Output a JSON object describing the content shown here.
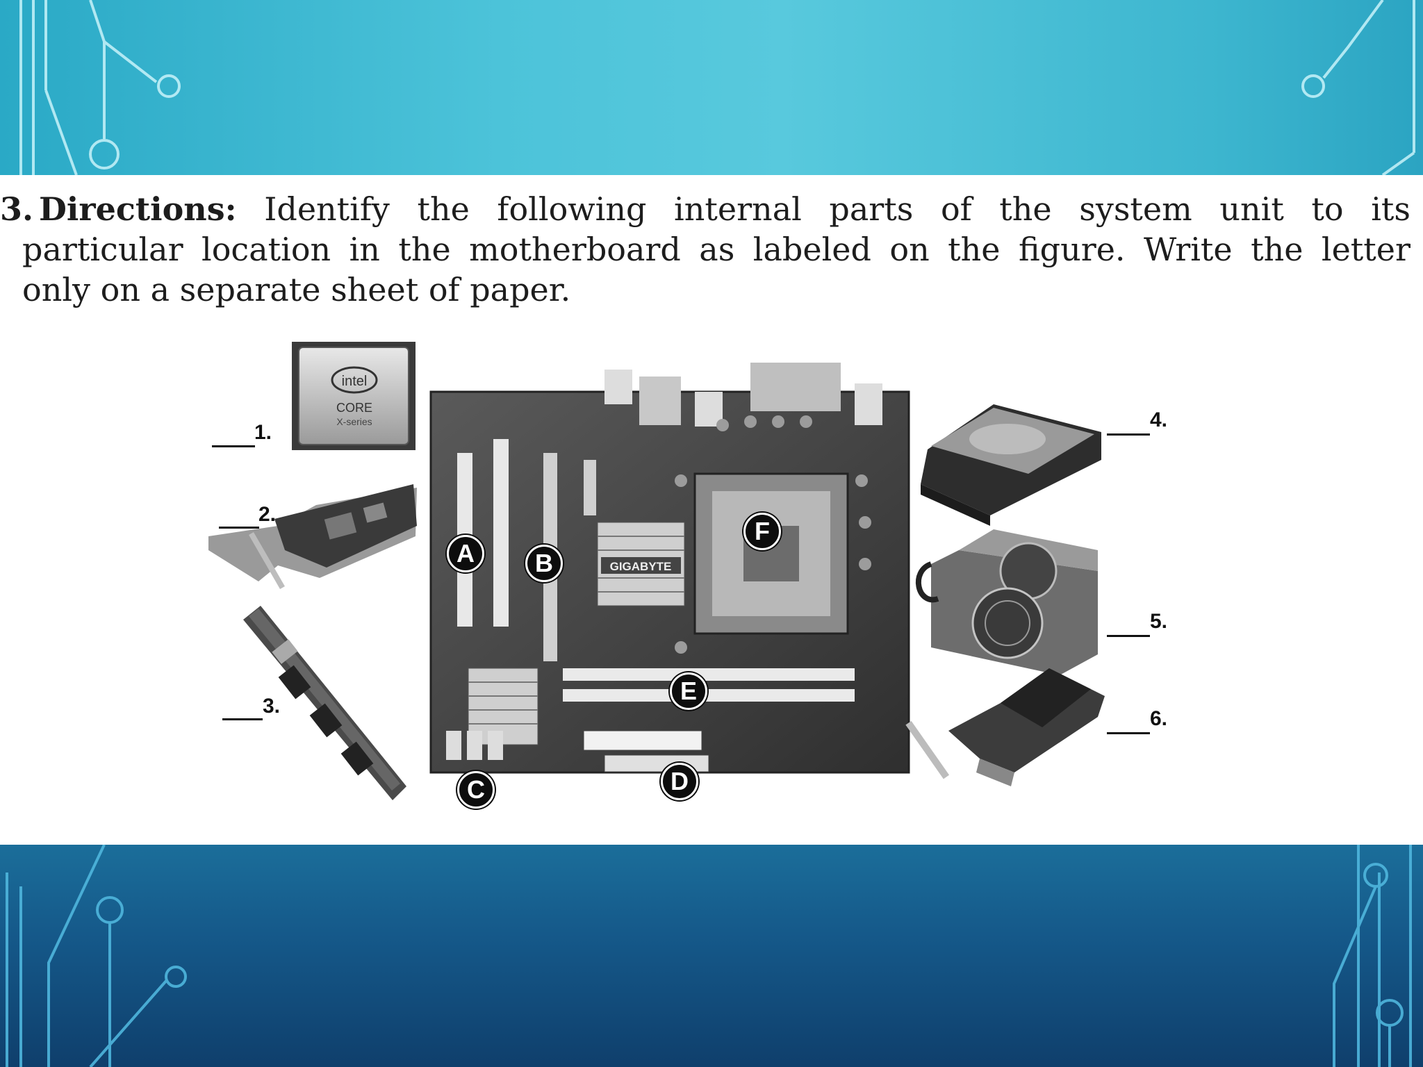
{
  "directions": {
    "number": "3.",
    "heading": "Directions:",
    "line1": "Identify the following internal parts of the system unit to its",
    "line2": "particular location in the motherboard as labeled on the figure. Write the letter",
    "line3": "only on a separate sheet of paper."
  },
  "figure": {
    "items": [
      {
        "label": "1.",
        "part": "cpu"
      },
      {
        "label": "2.",
        "part": "sound-card"
      },
      {
        "label": "3.",
        "part": "ram-module"
      },
      {
        "label": "4.",
        "part": "hard-drive"
      },
      {
        "label": "5.",
        "part": "power-supply"
      },
      {
        "label": "6.",
        "part": "video-card"
      }
    ],
    "motherboard_letters": [
      "A",
      "B",
      "C",
      "D",
      "E",
      "F"
    ],
    "cpu_text": {
      "brand": "intel",
      "line1": "CORE",
      "line2": "X-series"
    },
    "board_brand": "GIGABYTE"
  },
  "colors": {
    "top_band": "#4cc3d9",
    "bottom_band": "#15598a",
    "circuit_line": "#a8e8f4"
  }
}
